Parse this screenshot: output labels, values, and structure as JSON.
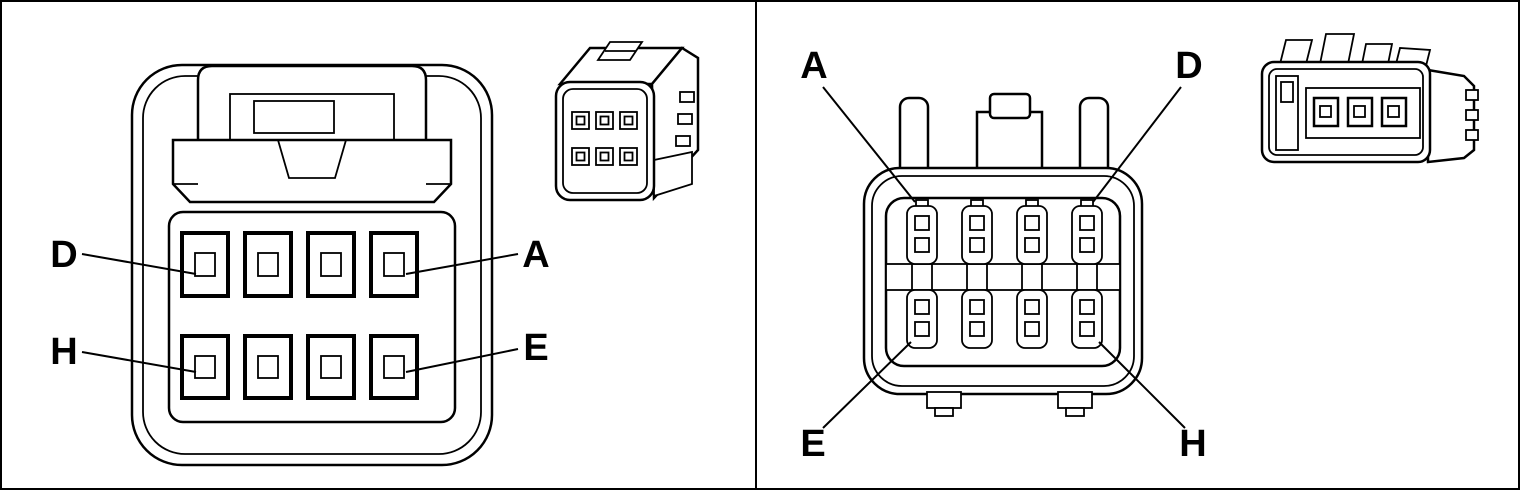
{
  "figure": {
    "background": "#ffffff",
    "line_color": "#000000",
    "panels": [
      {
        "pin_labels": {
          "top_left": "D",
          "top_right": "A",
          "bottom_left": "H",
          "bottom_right": "E"
        }
      },
      {
        "pin_labels": {
          "top_left": "A",
          "top_right": "D",
          "bottom_left": "E",
          "bottom_right": "H"
        }
      }
    ]
  }
}
